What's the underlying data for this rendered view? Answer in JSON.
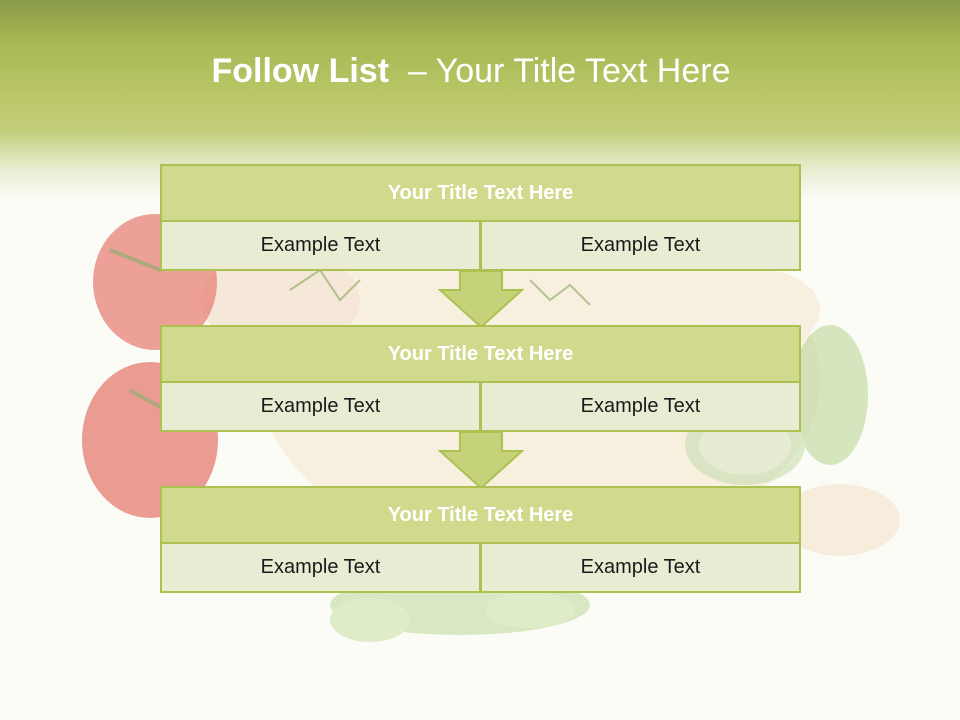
{
  "title": {
    "strong": "Follow List",
    "light": "– Your Title Text Here"
  },
  "blocks": [
    {
      "title": "Your Title Text Here",
      "cells": [
        "Example Text",
        "Example Text"
      ]
    },
    {
      "title": "Your Title Text Here",
      "cells": [
        "Example Text",
        "Example Text"
      ]
    },
    {
      "title": "Your Title Text Here",
      "cells": [
        "Example Text",
        "Example Text"
      ]
    }
  ],
  "colors": {
    "header_green": "#a6b752",
    "box_fill": "#d1d98d",
    "cell_fill": "#e9ecd3",
    "border": "#adc052",
    "arrow_fill": "#c6d27a"
  }
}
